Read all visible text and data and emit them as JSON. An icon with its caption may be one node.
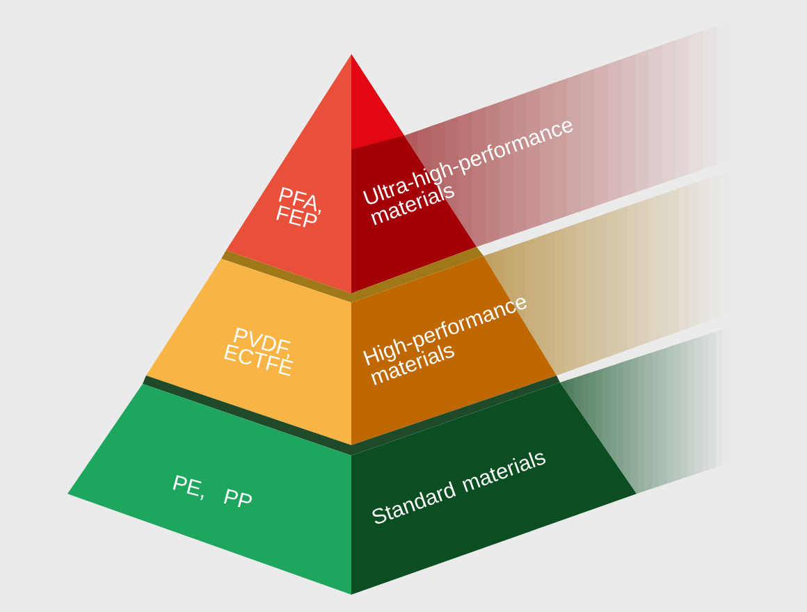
{
  "diagram": {
    "nodes": [
      {
        "text": [
          "PFA, FEP"
        ]
      },
      {
        "text": [
          "Ultra-high-performance materials"
        ]
      },
      {
        "text": [
          "PVDF, ECTFE"
        ]
      },
      {
        "text": [
          "High-performance materials"
        ]
      },
      {
        "text": [
          "PE, PP"
        ]
      },
      {
        "text": [
          "Standard materials"
        ]
      }
    ]
  }
}
